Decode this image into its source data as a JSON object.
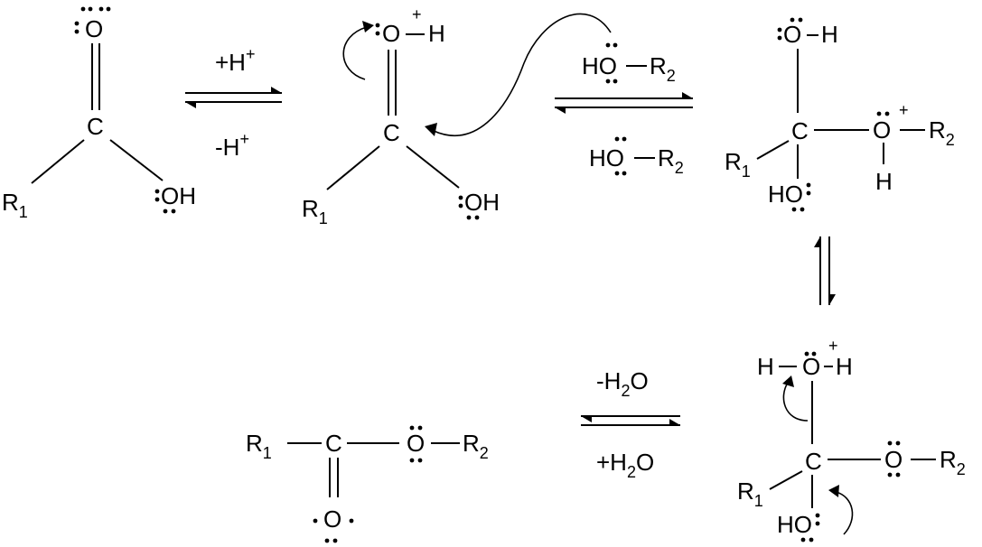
{
  "reagents": {
    "step1_forward": "+H",
    "step1_forward_charge": "+",
    "step1_reverse": "-H",
    "step1_reverse_charge": "+",
    "step2_forward": "HO",
    "step2_forward_r": "R",
    "step2_forward_r_sub": "2",
    "step2_reverse": "HO",
    "step2_reverse_r": "R",
    "step2_reverse_r_sub": "2",
    "step4_forward_pre": "-H",
    "step4_forward_sub": "2",
    "step4_forward_post": "O",
    "step4_reverse_pre": "+H",
    "step4_reverse_sub": "2",
    "step4_reverse_post": "O"
  },
  "mol1": {
    "o_top": "O",
    "carbon": "C",
    "r": "R",
    "r_sub": "1",
    "oh": "OH"
  },
  "mol2": {
    "o_top": "O",
    "o_charge": "+",
    "h": "H",
    "carbon": "C",
    "r": "R",
    "r_sub": "1",
    "oh": "OH"
  },
  "mol3": {
    "oh_top": "O",
    "h_top": "H",
    "carbon": "C",
    "r1": "R",
    "r1_sub": "1",
    "ho_bottom": "HO",
    "o_right": "O",
    "o_charge": "+",
    "r2": "R",
    "r2_sub": "2",
    "h_under": "H"
  },
  "mol4": {
    "h_left": "H",
    "o_top": "O",
    "o_charge": "+",
    "h_right": "H",
    "carbon": "C",
    "r1": "R",
    "r1_sub": "1",
    "ho_bottom": "HO",
    "o_right": "O",
    "r2": "R",
    "r2_sub": "2"
  },
  "mol5": {
    "r1": "R",
    "r1_sub": "1",
    "carbon": "C",
    "o_right": "O",
    "r2": "R",
    "r2_sub": "2",
    "o_bottom": "O"
  }
}
